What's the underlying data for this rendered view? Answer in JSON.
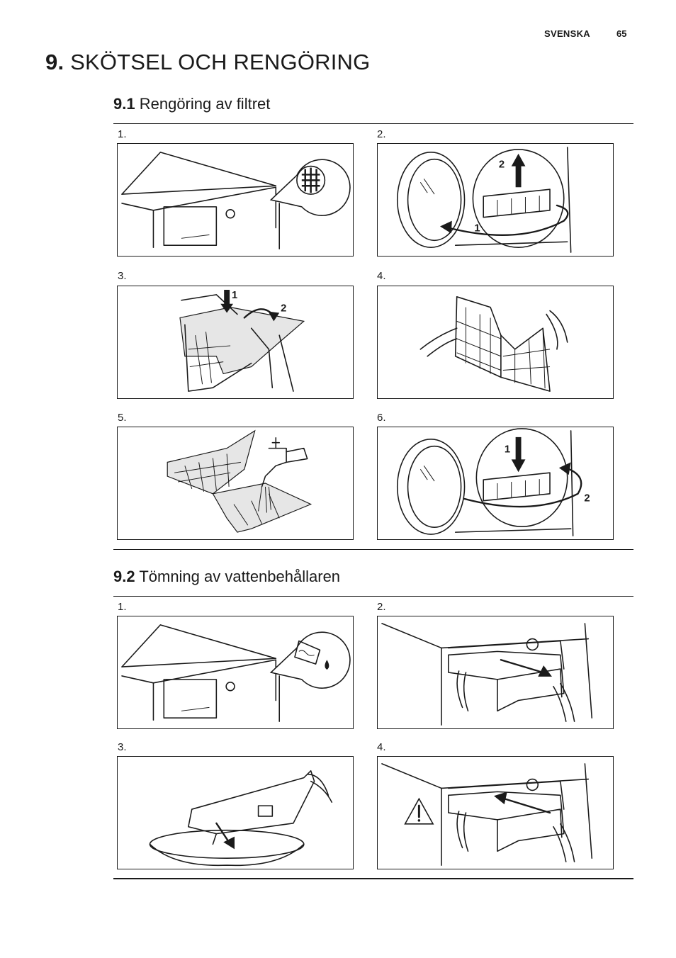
{
  "header": {
    "language": "SVENSKA",
    "page_number": "65"
  },
  "chapter": {
    "number": "9.",
    "title": "SKÖTSEL OCH RENGÖRING"
  },
  "sections": [
    {
      "number": "9.1",
      "title": "Rengöring av filtret",
      "steps": [
        "1.",
        "2.",
        "3.",
        "4.",
        "5.",
        "6."
      ],
      "callouts": {
        "s2": [
          "2",
          "1"
        ],
        "s3": [
          "1",
          "2"
        ],
        "s6": [
          "1",
          "2"
        ]
      }
    },
    {
      "number": "9.2",
      "title": "Tömning av vattenbehållaren",
      "steps": [
        "1.",
        "2.",
        "3.",
        "4."
      ]
    }
  ],
  "icons": {
    "filter": "filter-grid-icon",
    "water_container": "water-container-icon",
    "warning": "warning-triangle-icon"
  }
}
